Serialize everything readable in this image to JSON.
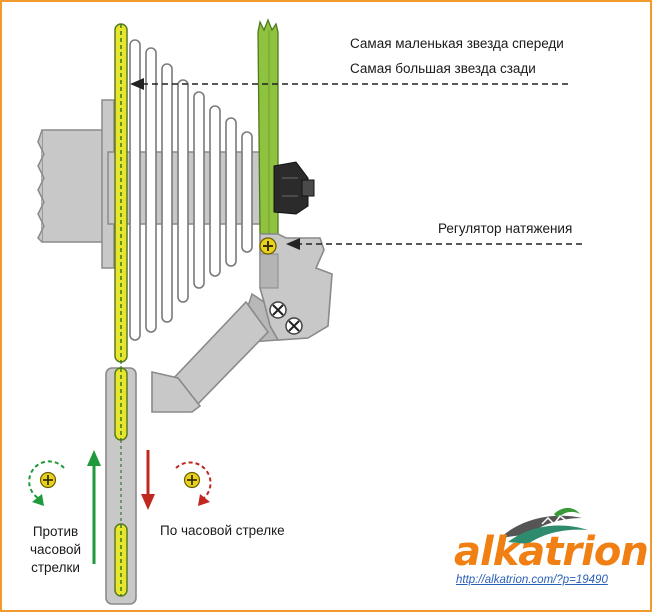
{
  "labels": {
    "smallest_front": "Самая маленькая звезда спереди",
    "largest_rear": "Самая большая звезда сзади",
    "tension_adjuster": "Регулятор натяжения",
    "counterclockwise": "Против\nчасовой\nстрелки",
    "clockwise": "По часовой стрелке"
  },
  "brand": {
    "name": "alkatrion",
    "url": "http://alkatrion.com/?p=19490"
  },
  "colors": {
    "frame_border": "#f29a2e",
    "chain_green": "#8fc23f",
    "chain_yellow": "#e8e62c",
    "sprocket_gray": "#c8c8c8",
    "ccw_arrow": "#1e9a3c",
    "cw_arrow": "#c0281f",
    "screw_yellow": "#e9d11f",
    "brand_orange": "#f07f14",
    "brand_url": "#2a5fb8"
  },
  "icons": [
    "screw-icon",
    "counterclockwise-arrow-icon",
    "clockwise-arrow-icon",
    "alkatrion-logo-icon"
  ]
}
